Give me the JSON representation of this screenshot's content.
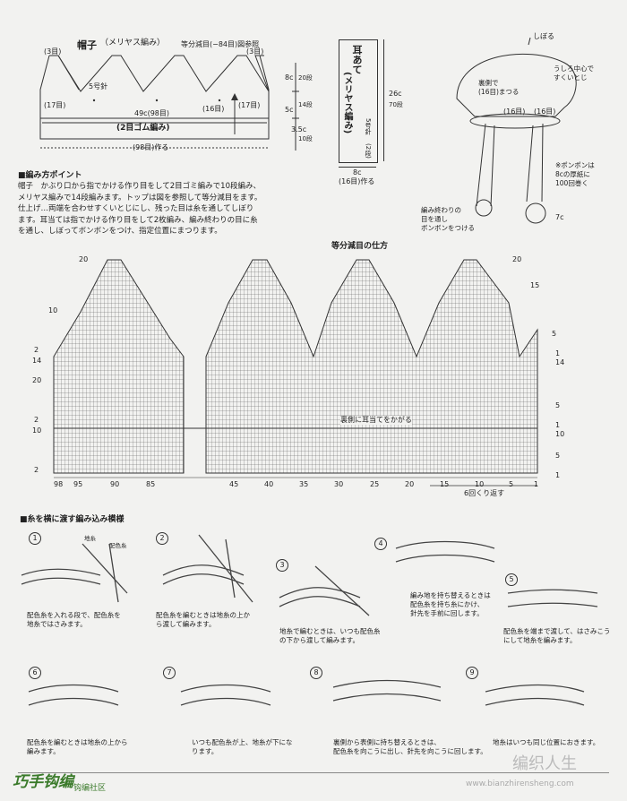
{
  "hat": {
    "title": "帽子",
    "title_paren": "（メリヤス編み）",
    "ref": "等分減目(−84目)図参照",
    "top_left": "(3目)",
    "top_right": "(3目)",
    "needle": "5号針",
    "left_count": "(17目)",
    "mid_count": "(16目)",
    "right_count": "(17目)",
    "rib_width": "49c(98目)",
    "rib_label": "(2目ゴム編み)",
    "cast_on": "(98目)作る",
    "h1": "8c",
    "h1r": "20段",
    "h2": "5c",
    "h2r": "14段",
    "h3": "3.5c",
    "h3r": "10段"
  },
  "earflap": {
    "title": "耳あて",
    "sub": "(メリヤス編み)",
    "needle": "5号針",
    "rows": "(2段)",
    "height": "26c",
    "height_rows": "70段",
    "width": "8c",
    "cast_on": "(16目)作る"
  },
  "right_diagram": {
    "shibo": "しぼる",
    "center": "うしろ中心で\nすくいとじ",
    "inside": "裏側で\n(16目)まつる",
    "stitches": "(16目)",
    "stitches2": "(16目)",
    "pompom": "※ポンポンは\n8cの厚紙に\n100回巻く",
    "end": "編み終わりの\n目を通し\nボンボンをつける",
    "size": "7c"
  },
  "points": {
    "heading": "■編み方ポイント",
    "body": "帽子　かぶり口から指でかける作り目をして2目ゴミ編みで10段編み、\nメリヤス編みで14段編みます。トップは図を参照して等分減目をます。\n仕上げ…両端を合わせすくいとじにし、残った目は糸を通してしぼり\nます。耳当ては指でかける作り目をして2枚編み、編み終わりの目に糸\nを通し、しぼってボンボンをつけ、指定位置にまつります。"
  },
  "chart": {
    "title": "等分減目の仕方",
    "left_rows": [
      "20",
      "10",
      "2",
      "14",
      "20",
      "2",
      "10",
      "2"
    ],
    "right_rows": [
      "20",
      "15",
      "5",
      "1",
      "14",
      "5",
      "1",
      "10",
      "5",
      "1"
    ],
    "bottom_ticks": [
      "98",
      "95",
      "90",
      "85",
      "45",
      "40",
      "35",
      "30",
      "25",
      "20",
      "15",
      "10",
      "5",
      "1"
    ],
    "inner_label": "裏側に耳当てをかがる",
    "repeat": "6回くり返す"
  },
  "motif": {
    "heading": "■糸を横に渡す編み込み模様",
    "ji": "地糸",
    "hai": "配色糸",
    "steps": [
      {
        "num": "1",
        "cap": "配色糸を入れる段で、配色糸を\n地糸ではさみます。"
      },
      {
        "num": "2",
        "cap": "配色糸を編むときは地糸の上か\nら渡して編みます。"
      },
      {
        "num": "3",
        "cap": "地糸で編むときは、いつも配色糸\nの下から渡して編みます。"
      },
      {
        "num": "4",
        "cap": "編み地を持ち替えるときは\n配色糸を持ち糸にかけ、\n針先を手前に回します。"
      },
      {
        "num": "5",
        "cap": "配色糸を端まで渡して、はさみこう\nにして地糸を編みます。"
      },
      {
        "num": "6",
        "cap": "配色糸を編むときは地糸の上から\n編みます。"
      },
      {
        "num": "7",
        "cap": "いつも配色糸が上、地糸が下にな\nります。"
      },
      {
        "num": "8",
        "cap": "裏側から表側に持ち替えるときは、\n配色糸を向こうに出し、針先を向こうに回します。"
      },
      {
        "num": "9",
        "cap": "地糸はいつも同じ位置におきます。"
      }
    ]
  },
  "footer": {
    "logo": "巧手钩编",
    "logo_sub": "钩编社区",
    "wm": "编织人生",
    "url": "www.bianzhirensheng.com"
  }
}
